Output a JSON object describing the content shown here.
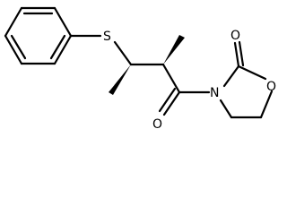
{
  "molecule": {
    "atoms": {
      "sulfur": "S",
      "nitrogen": "N",
      "ring_oxygen": "O",
      "carbonyl_oxygen_acyl": "O",
      "carbonyl_oxygen_ring": "O"
    },
    "bond_color": "#000000",
    "background": "#ffffff"
  }
}
